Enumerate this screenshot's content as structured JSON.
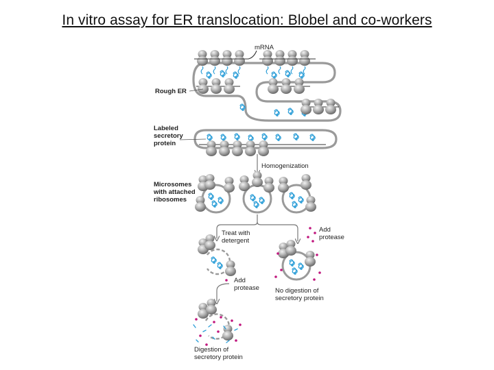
{
  "title": "In vitro assay for ER translocation: Blobel and co-workers",
  "labels": {
    "mrna": "mRNA",
    "rough_er": "Rough ER",
    "labeled_secretory_protein": [
      "Labeled",
      "secretory",
      "protein"
    ],
    "homogenization": "Homogenization",
    "microsomes": [
      "Microsomes",
      "with attached",
      "ribosomes"
    ],
    "treat_detergent": [
      "Treat with",
      "detergent"
    ],
    "add_protease_right": [
      "Add",
      "protease"
    ],
    "add_protease_left": [
      "Add",
      "protease"
    ],
    "no_digestion": [
      "No digestion of",
      "secretory protein"
    ],
    "digestion": [
      "Digestion of",
      "secretory protein"
    ]
  },
  "colors": {
    "membrane": "#9a9a9a",
    "ribosome": "#8f8f8f",
    "protein": "#2e9fd8",
    "protease": "#c0177e",
    "arrow": "#777777"
  }
}
